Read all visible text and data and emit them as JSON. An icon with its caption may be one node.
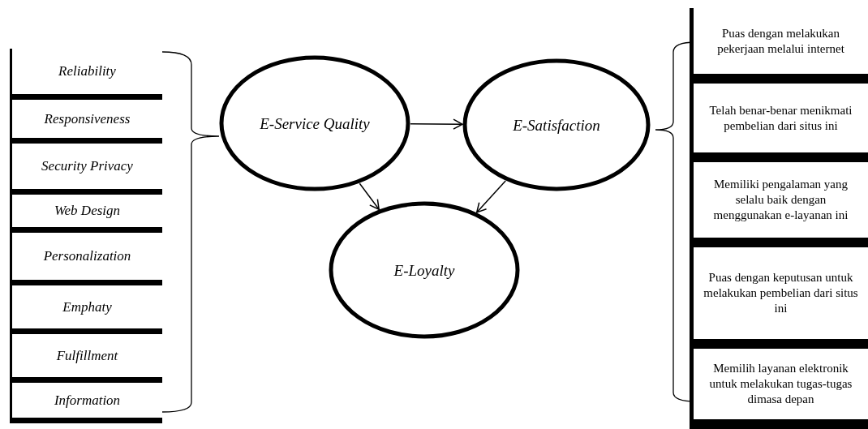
{
  "diagram": {
    "nodes": [
      {
        "text": [
          "E-Service Quality"
        ]
      },
      {
        "text": [
          "E-Satisfaction"
        ]
      },
      {
        "text": [
          "E-Loyalty"
        ]
      },
      {
        "text": [
          "Reliability"
        ]
      },
      {
        "text": [
          "Responsiveness"
        ]
      },
      {
        "text": [
          "Security Privacy"
        ]
      },
      {
        "text": [
          "Web Design"
        ]
      },
      {
        "text": [
          "Personalization"
        ]
      },
      {
        "text": [
          "Emphaty"
        ]
      },
      {
        "text": [
          "Fulfillment"
        ]
      },
      {
        "text": [
          "Information"
        ]
      },
      {
        "text": [
          "Puas dengan melakukan pekerjaan melalui internet"
        ]
      },
      {
        "text": [
          "Telah benar-benar menikmati pembelian dari situs ini"
        ]
      },
      {
        "text": [
          "Memiliki pengalaman yang selalu baik dengan menggunakan e-layanan ini"
        ]
      },
      {
        "text": [
          "Puas dengan keputusan untuk melakukan pembelian dari situs ini"
        ]
      },
      {
        "text": [
          "Memilih layanan elektronik untuk melakukan tugas-tugas dimasa depan"
        ]
      }
    ],
    "edges": [
      {
        "from": 0,
        "to": 1,
        "arrow": "to"
      },
      {
        "from": 0,
        "to": 2,
        "arrow": "to"
      },
      {
        "from": 1,
        "to": 2,
        "arrow": "to"
      }
    ]
  }
}
